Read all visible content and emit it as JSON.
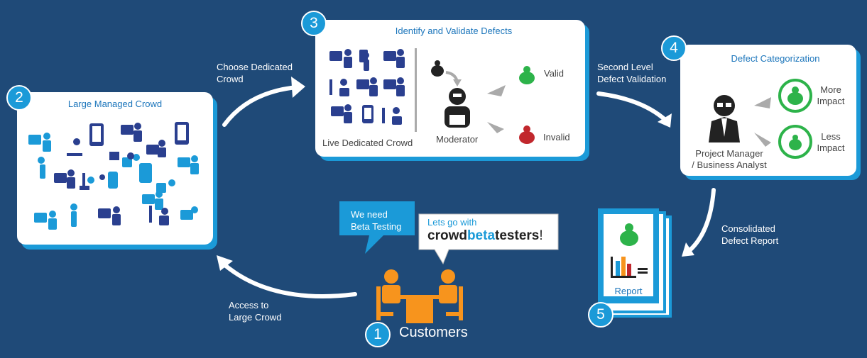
{
  "steps": {
    "large_crowd": {
      "number": "2",
      "title": "Large Managed Crowd"
    },
    "identify": {
      "number": "3",
      "title": "Identify and Validate Defects",
      "crowd_label": "Live Dedicated Crowd",
      "moderator_label": "Moderator",
      "valid_label": "Valid",
      "invalid_label": "Invalid"
    },
    "categorize": {
      "number": "4",
      "title": "Defect Categorization",
      "pm_label": "Project Manager\n/ Business Analyst",
      "more_label": "More\nImpact",
      "less_label": "Less\nImpact"
    },
    "report": {
      "number": "5",
      "label": "Report"
    },
    "customers": {
      "number": "1",
      "label": "Customers"
    }
  },
  "arrows": {
    "choose": "Choose Dedicated\nCrowd",
    "second": "Second Level\nDefect Validation",
    "consolidated": "Consolidated\nDefect Report",
    "access": "Access to\nLarge Crowd"
  },
  "bubbles": {
    "need": "We need\nBeta Testing",
    "lets": "Lets go with",
    "brand_crowd": "crowd",
    "brand_beta": "beta",
    "brand_testers": "testers",
    "brand_bang": "!"
  },
  "colors": {
    "background": "#1f4a78",
    "accent": "#1b9ad8",
    "navy": "#2a3f8f",
    "orange": "#f7941d",
    "green": "#2db34a",
    "red": "#c1272d"
  }
}
